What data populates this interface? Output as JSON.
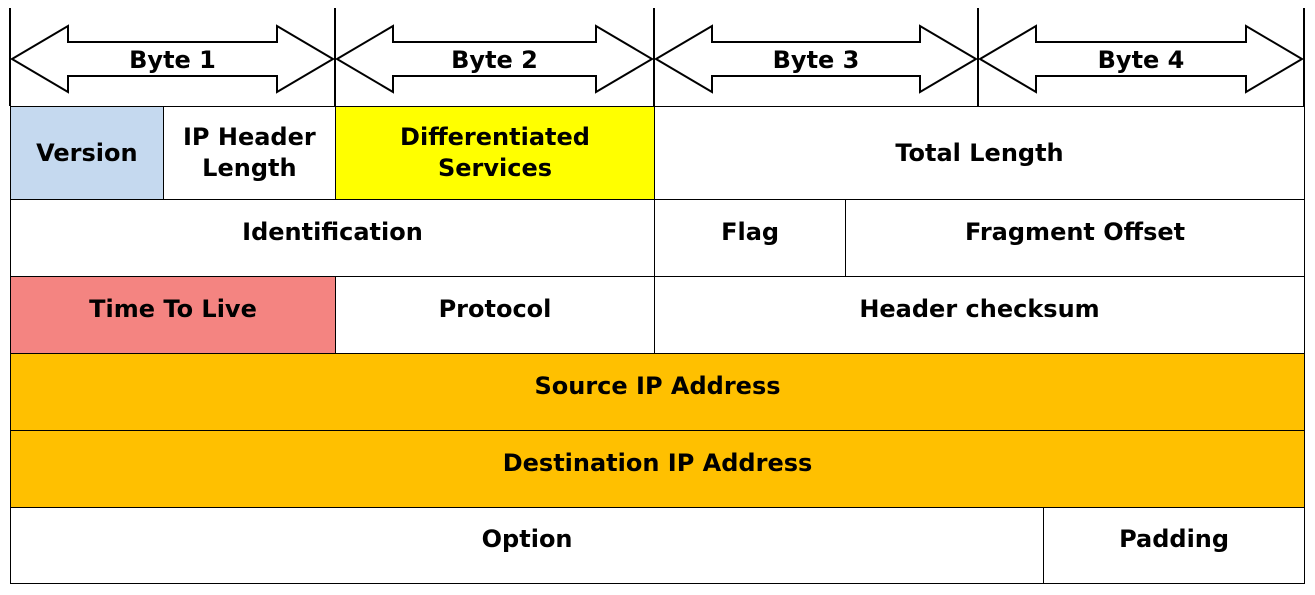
{
  "bytes": [
    "Byte 1",
    "Byte 2",
    "Byte 3",
    "Byte 4"
  ],
  "rows": [
    [
      {
        "label": "Version",
        "cols": [
          0,
          0.47
        ],
        "color": "#c5d9ef"
      },
      {
        "label": "IP Header\nLength",
        "cols": [
          0.47,
          1
        ],
        "color": "#ffffff"
      },
      {
        "label": "Differentiated Services",
        "cols": [
          1,
          2
        ],
        "color": "#ffff00"
      },
      {
        "label": "Total Length",
        "cols": [
          2,
          4
        ],
        "color": "#ffffff"
      }
    ],
    [
      {
        "label": "Identification",
        "cols": [
          0,
          2
        ],
        "color": "#ffffff"
      },
      {
        "label": "Flag",
        "cols": [
          2,
          2.59
        ],
        "color": "#ffffff"
      },
      {
        "label": "Fragment Offset",
        "cols": [
          2.59,
          4
        ],
        "color": "#ffffff"
      }
    ],
    [
      {
        "label": "Time To Live",
        "cols": [
          0,
          1
        ],
        "color": "#f48481"
      },
      {
        "label": "Protocol",
        "cols": [
          1,
          2
        ],
        "color": "#ffffff"
      },
      {
        "label": "Header checksum",
        "cols": [
          2,
          4
        ],
        "color": "#ffffff"
      }
    ],
    [
      {
        "label": "Source IP Address",
        "cols": [
          0,
          4
        ],
        "color": "#ffc000"
      }
    ],
    [
      {
        "label": "Destination IP Address",
        "cols": [
          0,
          4
        ],
        "color": "#ffc000"
      }
    ],
    [
      {
        "label": "Option",
        "cols": [
          0,
          3.2
        ],
        "color": "#ffffff"
      },
      {
        "label": "Padding",
        "cols": [
          3.2,
          4
        ],
        "color": "#ffffff"
      }
    ]
  ]
}
